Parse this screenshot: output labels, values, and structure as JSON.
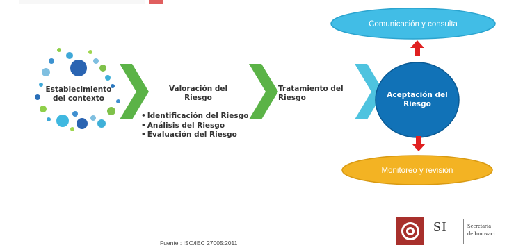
{
  "slide": {
    "context": "Establecimiento del contexto",
    "valoracion": {
      "heading": "Valoración del Riesgo",
      "bullets": [
        "Identificación del Riesgo",
        "Análisis del Riesgo",
        "Evaluación del Riesgo"
      ]
    },
    "tratamiento": "Tratamiento del Riesgo",
    "aceptacion": "Aceptación del Riesgo",
    "comunicacion": "Comunicación y consulta",
    "monitoreo": "Monitoreo y revisión",
    "source": "Fuente : ISO/IEC 27005:2011"
  },
  "logo": {
    "si": "SI",
    "secretaria_line1": "Secretaría",
    "secretaria_line2": "de Innovaci"
  },
  "colors": {
    "chevron_green": "#5bb347",
    "chevron_cyan": "#4ec3df",
    "circle_blue": "#1172b7",
    "oval_cyan": "#41bde6",
    "oval_yellow": "#f3b323",
    "arrow_red": "#e02020",
    "title_accent": "#d62a2a"
  }
}
